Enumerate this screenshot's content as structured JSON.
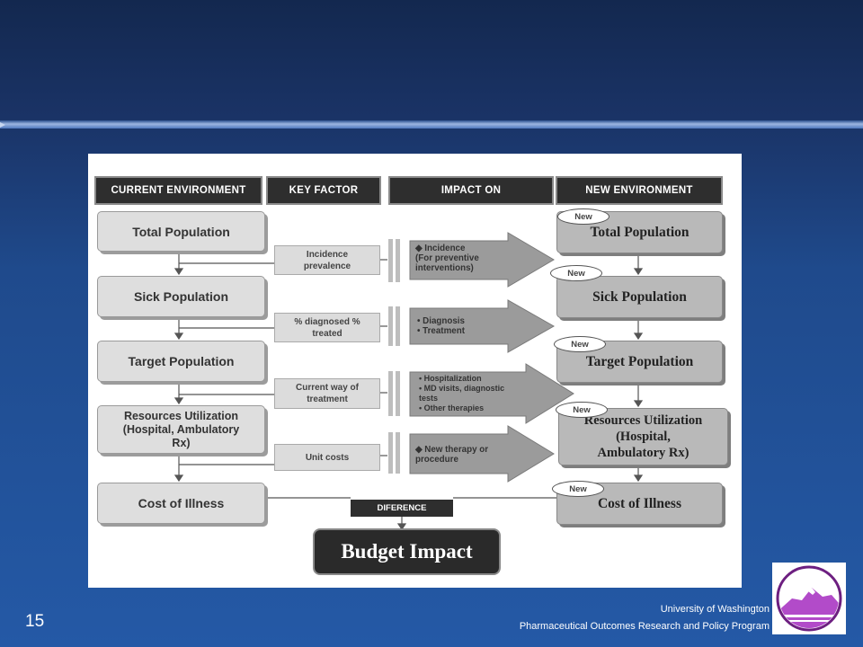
{
  "headers": {
    "current": "CURRENT ENVIRONMENT",
    "key_factor": "KEY FACTOR",
    "impact": "IMPACT ON",
    "new": "NEW ENVIRONMENT"
  },
  "current_boxes": [
    [
      "Total Population"
    ],
    [
      "Sick Population"
    ],
    [
      "Target Population"
    ],
    [
      "Resources Utilization",
      "(Hospital, Ambulatory",
      "Rx)"
    ],
    [
      "Cost of Illness"
    ]
  ],
  "key_factors": [
    [
      "Incidence",
      "prevalence"
    ],
    [
      "% diagnosed %",
      "treated"
    ],
    [
      "Current way of",
      "treatment"
    ],
    [
      "Unit costs"
    ]
  ],
  "impacts": [
    [
      "◆  Incidence",
      "    (For preventive",
      "interventions)"
    ],
    [
      "•  Diagnosis",
      "•  Treatment"
    ],
    [
      "• Hospitalization",
      "• MD visits, diagnostic",
      "  tests",
      "• Other therapies"
    ],
    [
      "◆  New therapy or",
      "procedure"
    ]
  ],
  "new_tag": "New",
  "new_boxes": [
    [
      "Total Population"
    ],
    [
      "Sick Population"
    ],
    [
      "Target Population"
    ],
    [
      "Resources Utilization",
      "(Hospital,",
      "Ambulatory Rx)"
    ],
    [
      "Cost of Illness"
    ]
  ],
  "difference_label": "DIFERENCE",
  "result_label": "Budget Impact",
  "slide_number": "15",
  "footer": {
    "line1": "University of Washington",
    "line2": "Pharmaceutical Outcomes Research and Policy Program"
  },
  "colors": {
    "background": "#1f4a8c",
    "header_fill": "#2e2e2e",
    "new_box_fill": "#b9b9b9",
    "current_box_fill": "#dedede",
    "arrow_fill": "#9b9b9b",
    "logo_purple": "#b24bc9"
  }
}
